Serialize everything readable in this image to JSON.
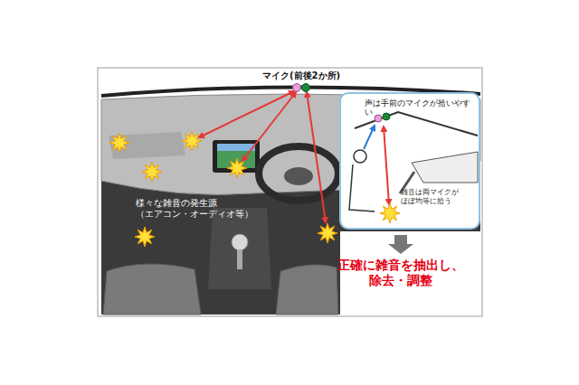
{
  "diagram": {
    "nodes": [
      {
        "text": [
          "声は手前のマイクが拾いやすい",
          "雑音は両マイクがほぼ均等に拾う"
        ]
      }
    ],
    "labels": [
      "マイク(前後2か所)",
      "様々な雑音の発生源 （エアコン・オーディオ等）",
      "正確に雑音を抽出し、除去・調整"
    ]
  }
}
